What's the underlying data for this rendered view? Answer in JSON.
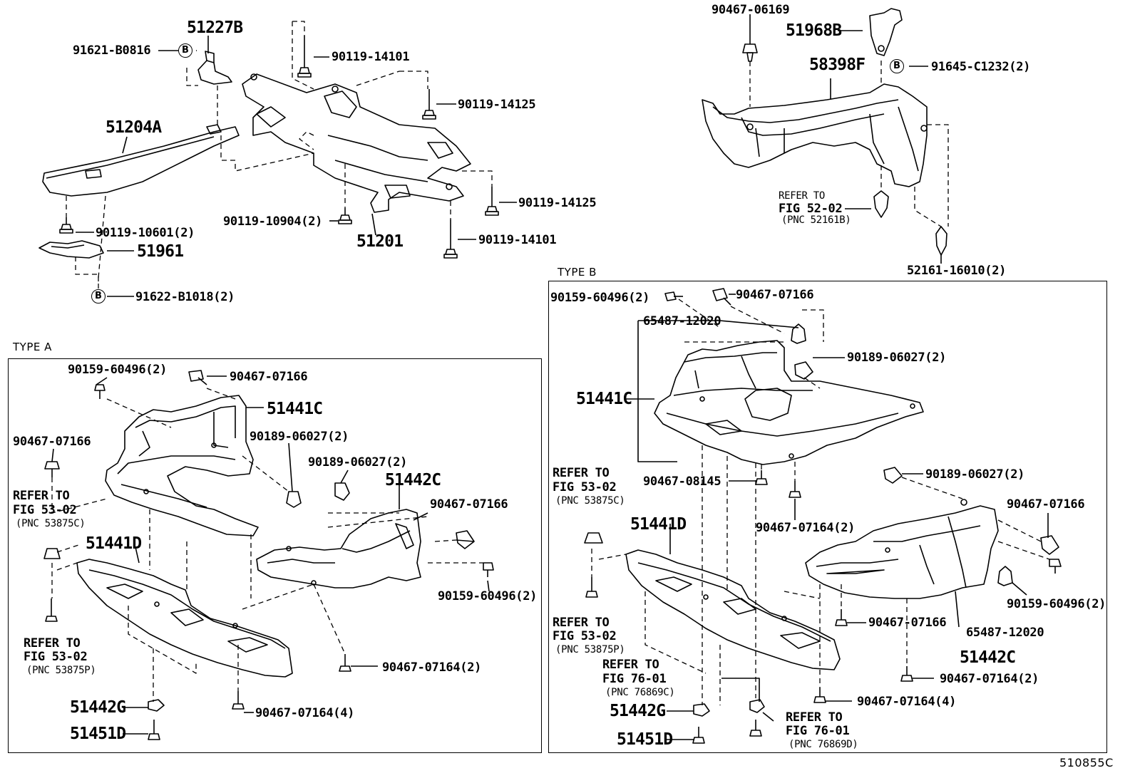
{
  "diagram_id": "510855C",
  "type_a_label": "TYPE A",
  "type_b_label": "TYPE B",
  "circle_mark": "B",
  "labels": {
    "p51227B": "51227B",
    "p91621": "91621-B0816",
    "p90119_14101_top": "90119-14101",
    "p90119_14125_a": "90119-14125",
    "p51204A": "51204A",
    "p90119_14125_b": "90119-14125",
    "p90119_10904": "90119-10904(2)",
    "p51201": "51201",
    "p90119_14101_b": "90119-14101",
    "p90119_10601": "90119-10601(2)",
    "p51961": "51961",
    "p91622": "91622-B1018(2)",
    "p90467_06169": "90467-06169",
    "p51968B": "51968B",
    "p91645": "91645-C1232(2)",
    "p58398F": "58398F",
    "refer_52_l1": "REFER TO",
    "refer_52_l2": "FIG 52-02",
    "refer_52_l3": "(PNC 52161B)",
    "p52161": "52161-16010(2)",
    "a_90159_a": "90159-60496(2)",
    "a_90467_07166_a": "90467-07166",
    "a_51441C": "51441C",
    "a_90467_07166_b": "90467-07166",
    "a_90189_a": "90189-06027(2)",
    "a_90189_b": "90189-06027(2)",
    "a_51442C": "51442C",
    "a_90467_07166_c": "90467-07166",
    "a_refer1_l1": "REFER TO",
    "a_refer1_l2": "FIG 53-02",
    "a_refer1_l3": "(PNC 53875C)",
    "a_51441D": "51441D",
    "a_90159_b": "90159-60496(2)",
    "a_refer2_l1": "REFER TO",
    "a_refer2_l2": "FIG 53-02",
    "a_refer2_l3": "(PNC 53875P)",
    "a_90467_07164_2": "90467-07164(2)",
    "a_51442G": "51442G",
    "a_90467_07164_4": "90467-07164(4)",
    "a_51451D": "51451D",
    "b_90159_a": "90159-60496(2)",
    "b_90467_07166_a": "90467-07166",
    "b_65487_a": "65487-12020",
    "b_90189_a": "90189-06027(2)",
    "b_51441C": "51441C",
    "b_90467_08145": "90467-08145",
    "b_90189_b": "90189-06027(2)",
    "b_refer1_l1": "REFER TO",
    "b_refer1_l2": "FIG 53-02",
    "b_refer1_l3": "(PNC 53875C)",
    "b_90467_07164_2a": "90467-07164(2)",
    "b_51441D": "51441D",
    "b_90467_07166_b": "90467-07166",
    "b_90467_07166_c": "90467-07166",
    "b_90159_b": "90159-60496(2)",
    "b_refer2_l1": "REFER TO",
    "b_refer2_l2": "FIG 53-02",
    "b_refer2_l3": "(PNC 53875P)",
    "b_65487_b": "65487-12020",
    "b_51442C": "51442C",
    "b_refer3_l1": "REFER TO",
    "b_refer3_l2": "FIG 76-01",
    "b_refer3_l3": "(PNC 76869C)",
    "b_90467_07164_2b": "90467-07164(2)",
    "b_90467_07164_4": "90467-07164(4)",
    "b_51442G": "51442G",
    "b_refer4_l1": "REFER TO",
    "b_refer4_l2": "FIG 76-01",
    "b_refer4_l3": "(PNC 76869D)",
    "b_51451D": "51451D"
  }
}
